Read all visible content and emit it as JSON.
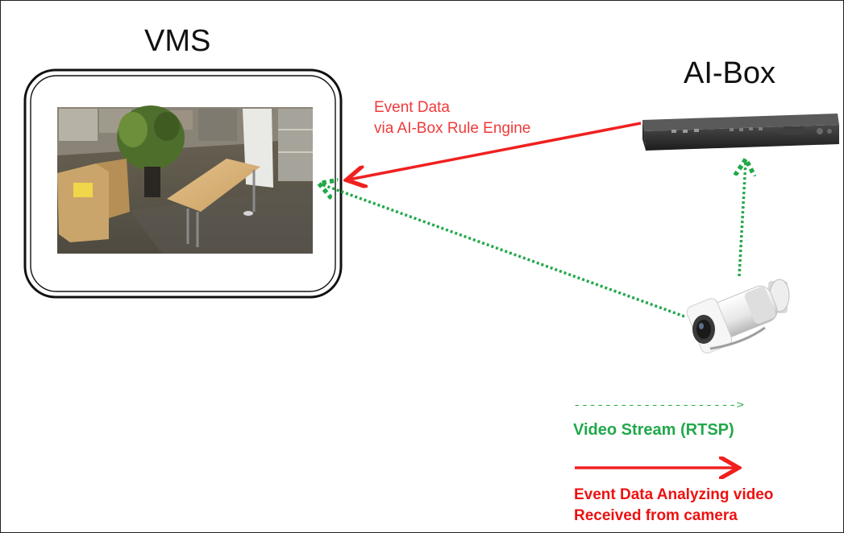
{
  "vms": {
    "title": "VMS"
  },
  "aibox": {
    "title": "AI-Box"
  },
  "connections": {
    "event_label_line1": "Event Data",
    "event_label_line2": "via AI-Box Rule Engine"
  },
  "legend": {
    "dashed_arrow_text": "--------------------->",
    "video_stream_label": "Video Stream (RTSP)",
    "event_line1": "Event Data Analyzing video",
    "event_line2": "Received from camera"
  },
  "colors": {
    "event_red": "#f03a3a",
    "legend_red": "#ee1111",
    "stream_green": "#22a84a",
    "border_dark": "#111111"
  },
  "icons": {
    "vms_image": "office-camera-view-image",
    "aibox": "network-video-recorder-box-icon",
    "camera": "bullet-camera-icon"
  }
}
